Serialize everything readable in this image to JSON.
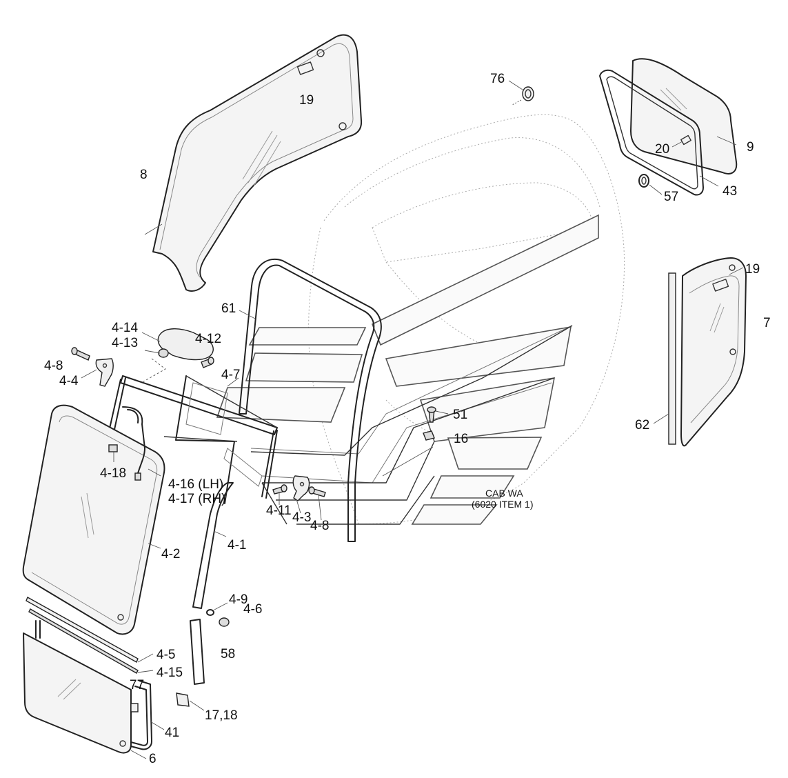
{
  "labels": {
    "l76": "76",
    "l19a": "19",
    "l8": "8",
    "l20": "20",
    "l9": "9",
    "l57": "57",
    "l43": "43",
    "l19b": "19",
    "l7": "7",
    "l62": "62",
    "l61": "61",
    "l4_14": "4-14",
    "l4_13": "4-13",
    "l4_12": "4-12",
    "l4_8a": "4-8",
    "l4_4": "4-4",
    "l4_7": "4-7",
    "l51": "51",
    "l16": "16",
    "l4_18": "4-18",
    "l4_16": "4-16 (LH)",
    "l4_17": "4-17 (RH)",
    "l4_11": "4-11",
    "l4_3": "4-3",
    "l4_8b": "4-8",
    "l4_1": "4-1",
    "l4_2": "4-2",
    "l4_9": "4-9",
    "l4_6": "4-6",
    "l58": "58",
    "l4_5": "4-5",
    "l4_15": "4-15",
    "l77": "77",
    "l17_18": "17,18",
    "l41": "41",
    "l6": "6"
  },
  "cab_note": {
    "line1": "CAB WA",
    "line2": "(6020 ITEM 1)"
  }
}
